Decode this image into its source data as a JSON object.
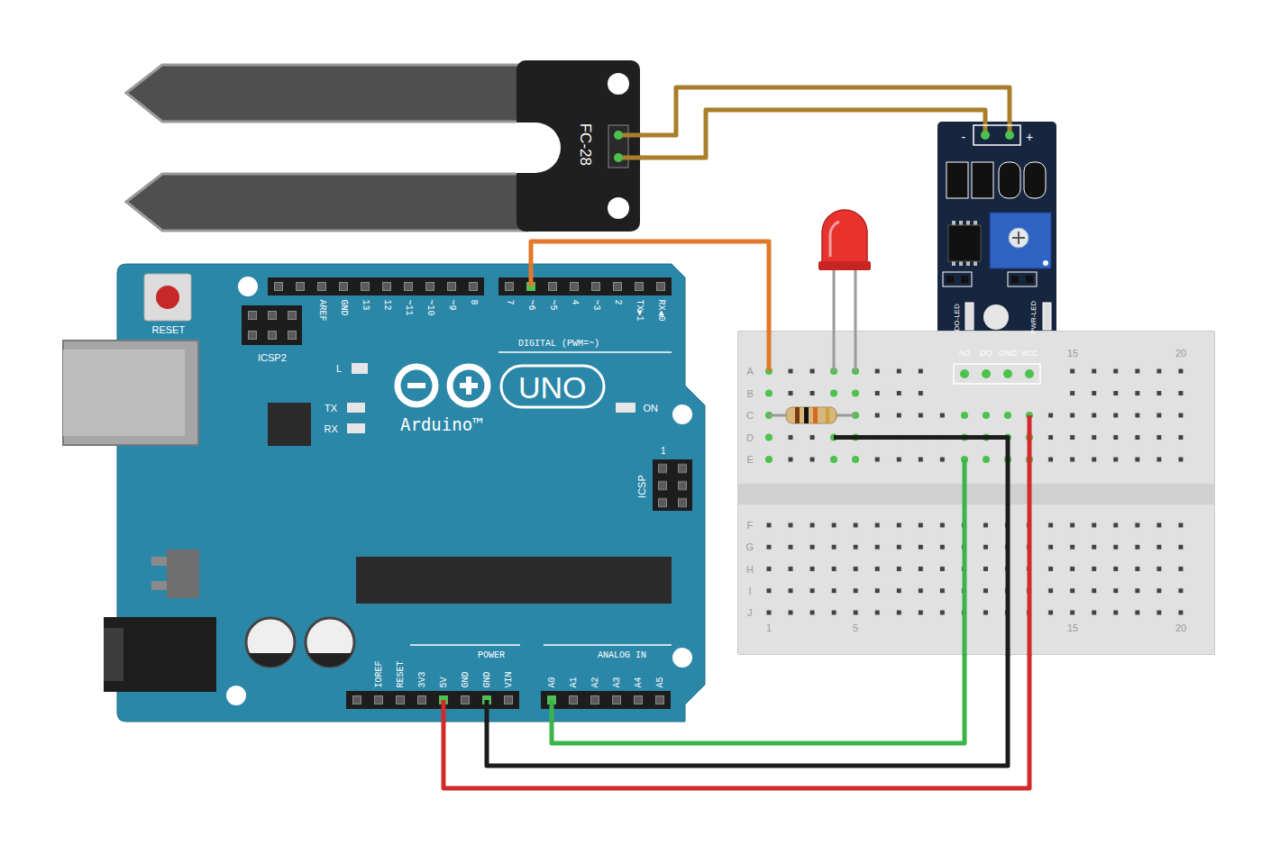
{
  "diagram": {
    "nodes": [
      {
        "text": [
          "FC-28"
        ]
      },
      {
        "text": [
          "-",
          "+",
          "DO-LED",
          "PWR-LED",
          "AO",
          "DO",
          "GND",
          "VCC"
        ]
      },
      {
        "text": [
          "RESET",
          "ICSP2",
          "AREF",
          "GND",
          "13",
          "12",
          "~11",
          "~10",
          "~9",
          "8",
          "7",
          "~6",
          "~5",
          "4",
          "~3",
          "2",
          "TX▶1",
          "RX◀0",
          "DIGITAL (PWM=~)",
          "L",
          "TX",
          "RX",
          "UNO",
          "Arduino™",
          "ON",
          "1",
          "ICSP",
          "IOREF",
          "RESET",
          "3V3",
          "5V",
          "GND",
          "GND",
          "VIN",
          "POWER",
          "ANALOG IN",
          "A0",
          "A1",
          "A2",
          "A3",
          "A4",
          "A5"
        ]
      },
      {
        "text": [
          "A",
          "B",
          "C",
          "D",
          "E",
          "F",
          "G",
          "H",
          "I",
          "J",
          "15",
          "20",
          "1",
          "5",
          "15",
          "20"
        ]
      }
    ],
    "edges": [
      {
        "from": 0,
        "to": 1,
        "arrow": "none"
      },
      {
        "from": 0,
        "to": 1,
        "arrow": "none"
      },
      {
        "from": 2,
        "to": 3,
        "arrow": "none"
      },
      {
        "from": 2,
        "to": 3,
        "arrow": "none"
      },
      {
        "from": 2,
        "to": 3,
        "arrow": "none"
      },
      {
        "from": 2,
        "to": 3,
        "arrow": "none"
      }
    ]
  }
}
